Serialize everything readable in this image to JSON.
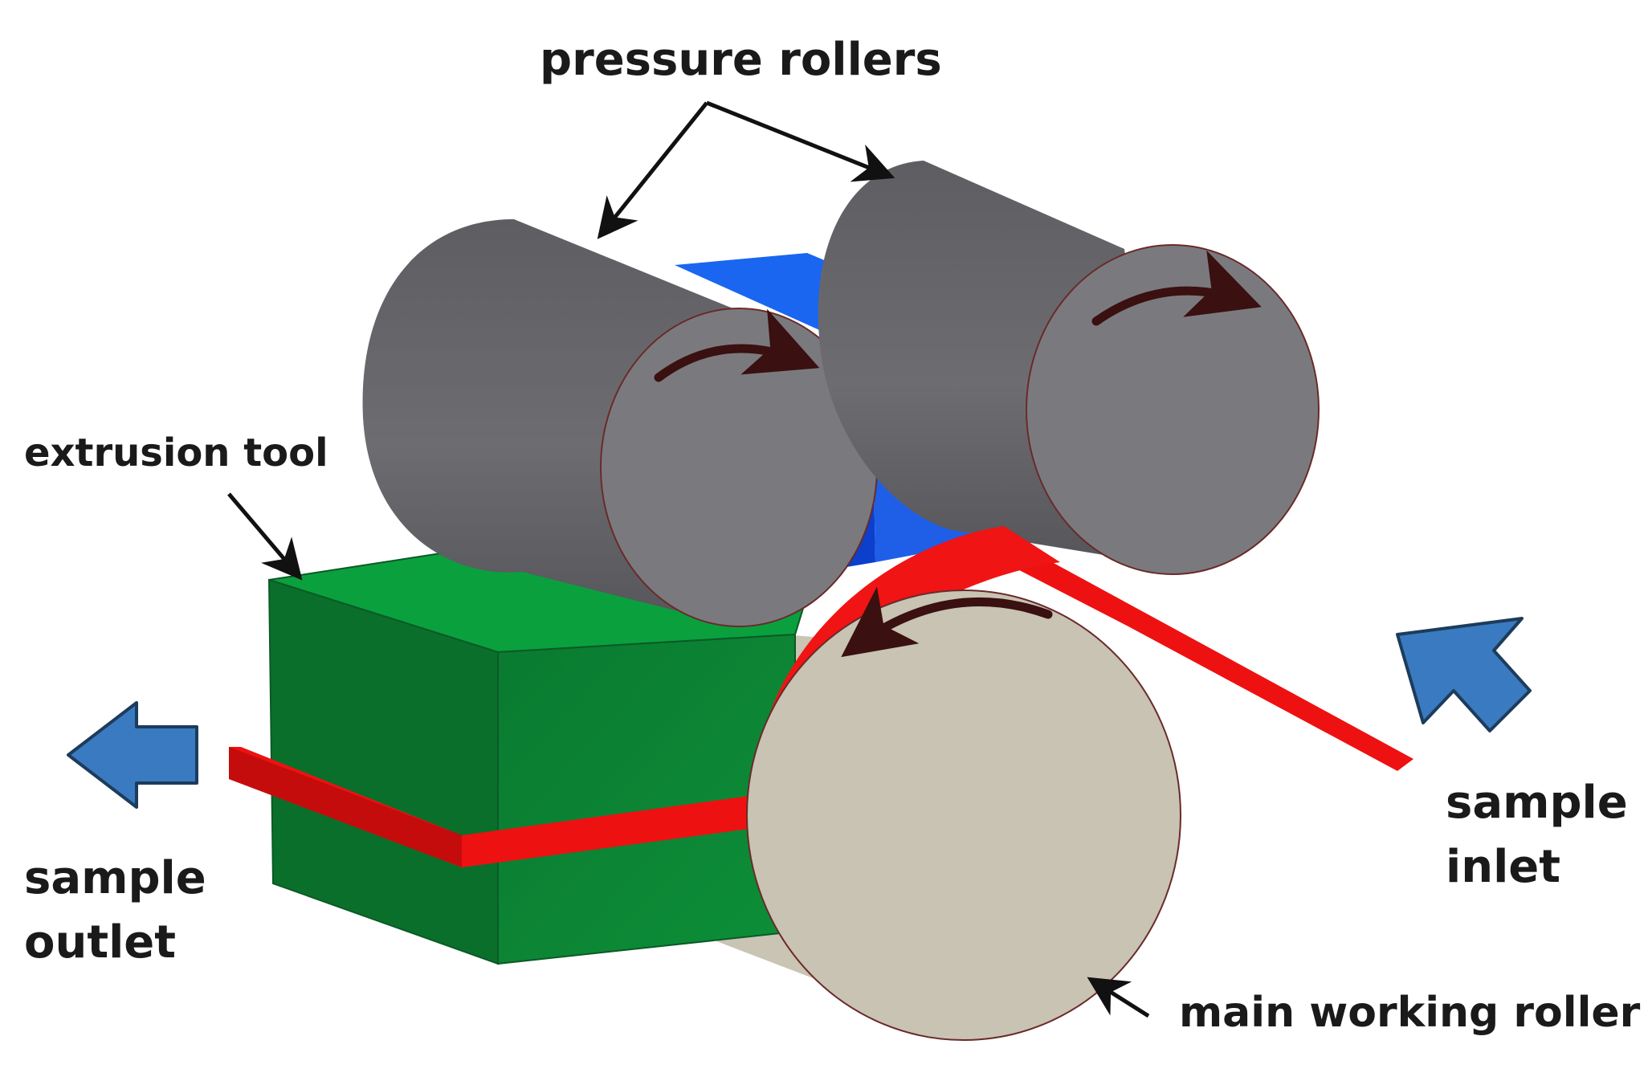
{
  "labels": {
    "pressure_rollers": "pressure rollers",
    "extrusion_tool": "extrusion tool",
    "sample_inlet_line1": "sample",
    "sample_inlet_line2": "inlet",
    "sample_outlet_line1": "sample",
    "sample_outlet_line2": "outlet",
    "main_working_roller": "main working roller"
  },
  "colors": {
    "pressure_roller": "#6b6b6e",
    "pressure_roller_face": "#7c7c7f",
    "block_blue": "#1f5fe0",
    "extrusion_tool_green": "#0c8a36",
    "sample_red": "#ee1111",
    "main_roller": "#c8c3b2",
    "flow_arrow_blue": "#3a7ac0",
    "rotation_arrow": "#3a1010"
  },
  "icons": {
    "inlet_arrow": "arrow-up-left-icon",
    "outlet_arrow": "arrow-left-icon",
    "rotation": "rotation-arrow-icon"
  }
}
